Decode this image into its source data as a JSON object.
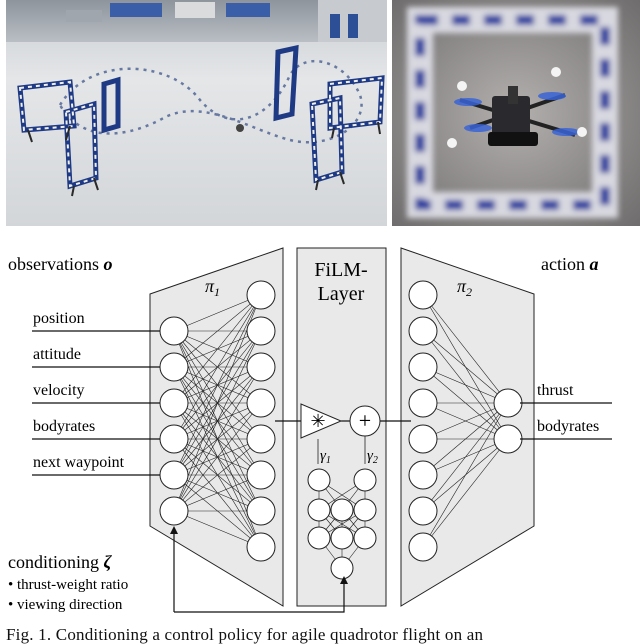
{
  "figure": {
    "photos": {
      "left": {
        "description_icon": "gate-track-photo"
      },
      "right": {
        "description_icon": "drone-through-gate-photo"
      }
    },
    "diagram": {
      "inputs_heading": "observations",
      "inputs_symbol": "o",
      "outputs_heading": "action",
      "outputs_symbol": "a",
      "policy1_label": "π",
      "policy1_sub": "1",
      "policy2_label": "π",
      "policy2_sub": "2",
      "film_title_line1": "FiLM-",
      "film_title_line2": "Layer",
      "multiply_symbol": "✳",
      "add_symbol": "+",
      "gamma1": "γ",
      "gamma1_sub": "1",
      "gamma2": "γ",
      "gamma2_sub": "2",
      "input_labels": [
        "position",
        "attitude",
        "velocity",
        "bodyrates",
        "next waypoint"
      ],
      "output_labels": [
        "thrust",
        "bodyrates"
      ],
      "conditioning_heading": "conditioning",
      "conditioning_symbol": "ζ",
      "conditioning_items": [
        "• thrust-weight ratio",
        "• viewing  direction"
      ]
    },
    "caption": "Fig. 1.   Conditioning a control policy for agile quadrotor flight on an"
  }
}
